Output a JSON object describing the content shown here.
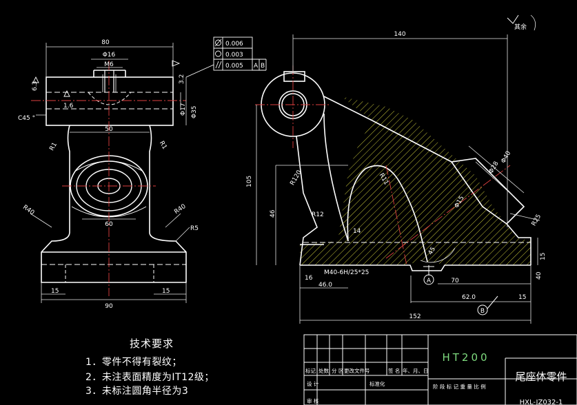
{
  "part": {
    "name": "尾座体零件",
    "material": "HT200",
    "drawing_no": "HXL-JZ032-1"
  },
  "requirements": {
    "title": "技术要求",
    "items": [
      "1．零件不得有裂纹；",
      "2．未注表面精度为IT12级；",
      "3．未标注圆角半径为3"
    ]
  },
  "tolerance_frame": {
    "rows": [
      {
        "symbol": "cylindricity",
        "value": "0.006",
        "datum": []
      },
      {
        "symbol": "circularity",
        "value": "0.003",
        "datum": []
      },
      {
        "symbol": "parallelism",
        "value": "0.005",
        "datum": [
          "A",
          "B"
        ]
      }
    ]
  },
  "dimensions": {
    "front": [
      "80",
      "Φ16",
      "M6",
      "6.3",
      "Φ17",
      "Φ35",
      "1.6",
      "3.2",
      "50",
      "R1",
      "R1",
      "R40",
      "R40",
      "R5",
      "60",
      "15",
      "15",
      "90"
    ],
    "side": [
      "140",
      "105",
      "46",
      "R120",
      "R12",
      "14",
      "R11",
      "Φ40",
      "Φ28",
      "Φ15",
      "R25",
      "45",
      "16",
      "46.0",
      "70",
      "62.0",
      "152",
      "15",
      "15",
      "40"
    ],
    "note": "其余",
    "thread_note": "M40-6H/25*25",
    "datum_a": "A",
    "datum_b": "B",
    "chamfer": "C45 °"
  },
  "title_block": {
    "row1": [
      "标记",
      "处数",
      "分 区",
      "更改文件号",
      "签 名",
      "年、月、日"
    ],
    "row2": [
      "设 计",
      "标准化"
    ],
    "row3": [
      "审 核"
    ],
    "stage": "阶 段 标 记  重 量  比 例"
  },
  "colors": {
    "outline": "#ffffff",
    "centerline": "#e04040",
    "hatch": "#d6d640",
    "dimension": "#e8e8e8"
  }
}
